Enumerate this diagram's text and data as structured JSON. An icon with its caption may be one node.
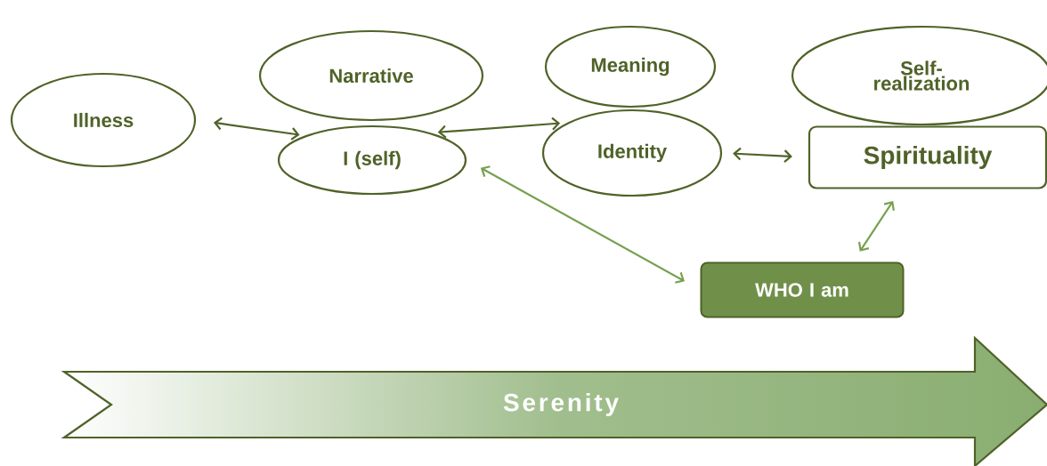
{
  "diagram": {
    "nodes": [
      {
        "text": [
          "Illness"
        ]
      },
      {
        "text": [
          "Narrative"
        ]
      },
      {
        "text": [
          "I (self)"
        ]
      },
      {
        "text": [
          "Meaning"
        ]
      },
      {
        "text": [
          "Identity"
        ]
      },
      {
        "text": [
          "Self-realization"
        ]
      },
      {
        "text": [
          "Spirituality"
        ]
      },
      {
        "text": [
          "WHO I am"
        ]
      },
      {
        "text": [
          "Serenity"
        ]
      }
    ],
    "edges": [
      {
        "from": 0,
        "to": 2,
        "arrow": "both"
      },
      {
        "from": 2,
        "to": 4,
        "arrow": "both"
      },
      {
        "from": 4,
        "to": 6,
        "arrow": "both"
      },
      {
        "from": 2,
        "to": 7,
        "arrow": "both",
        "color": "#77a04f"
      },
      {
        "from": 6,
        "to": 7,
        "arrow": "both",
        "color": "#77a04f"
      }
    ]
  }
}
